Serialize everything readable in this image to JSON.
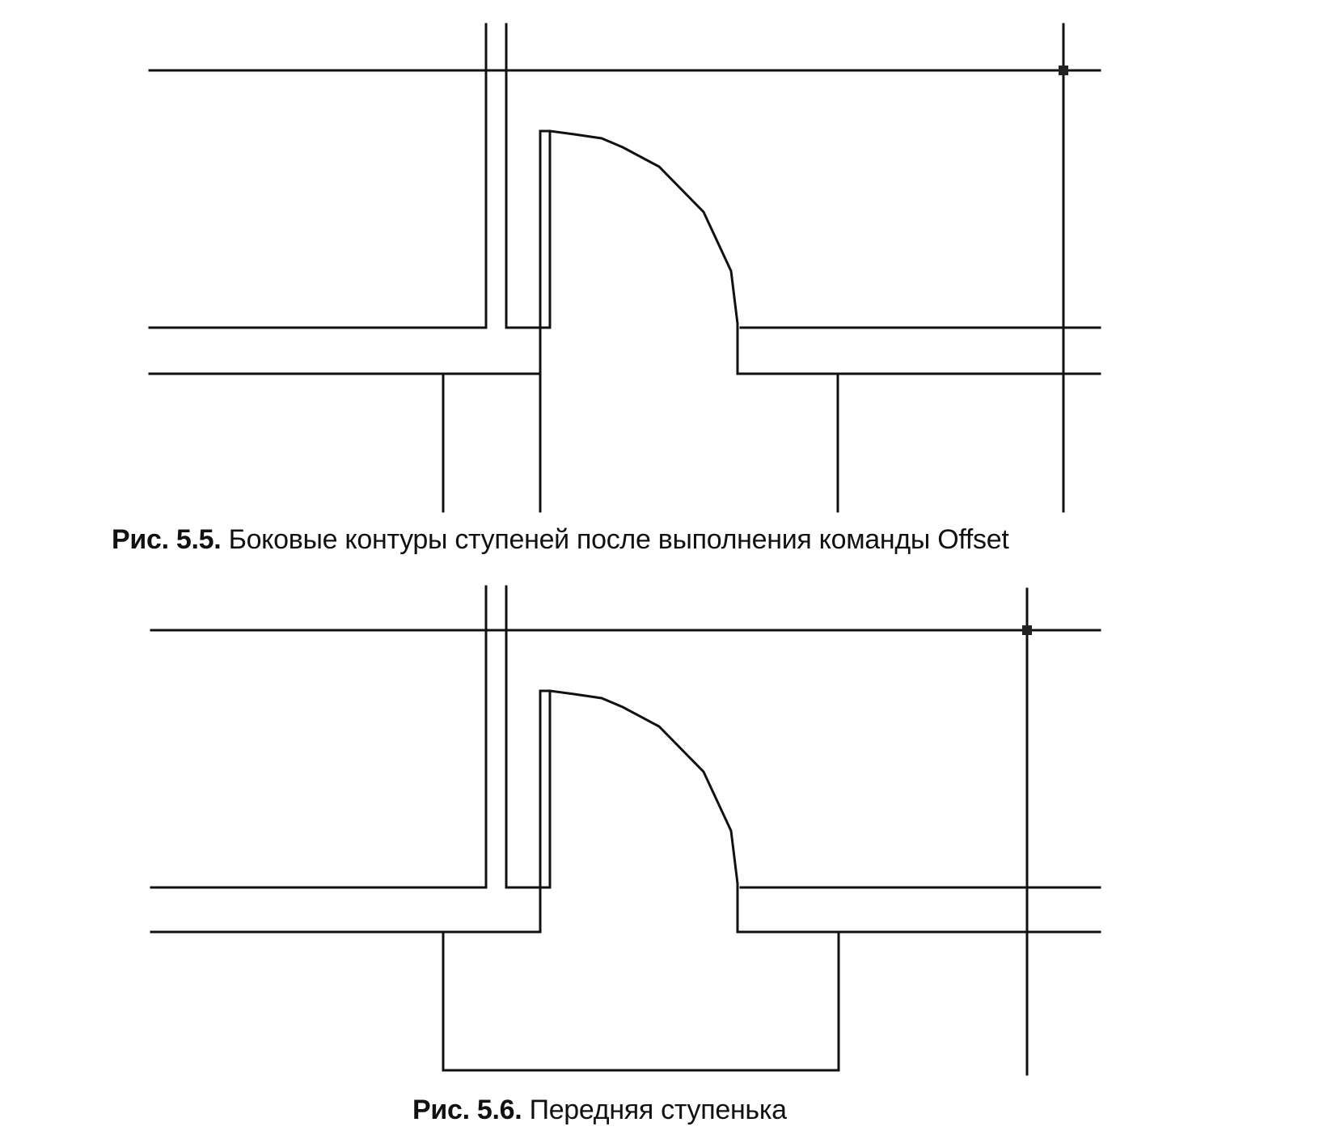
{
  "figures": [
    {
      "number": "Рис. 5.5.",
      "text": "Боковые контуры ступеней после выполнения команды Offset"
    },
    {
      "number": "Рис. 5.6.",
      "text": "Передняя ступенька"
    }
  ],
  "colors": {
    "line": "#111111",
    "background": "#ffffff"
  }
}
